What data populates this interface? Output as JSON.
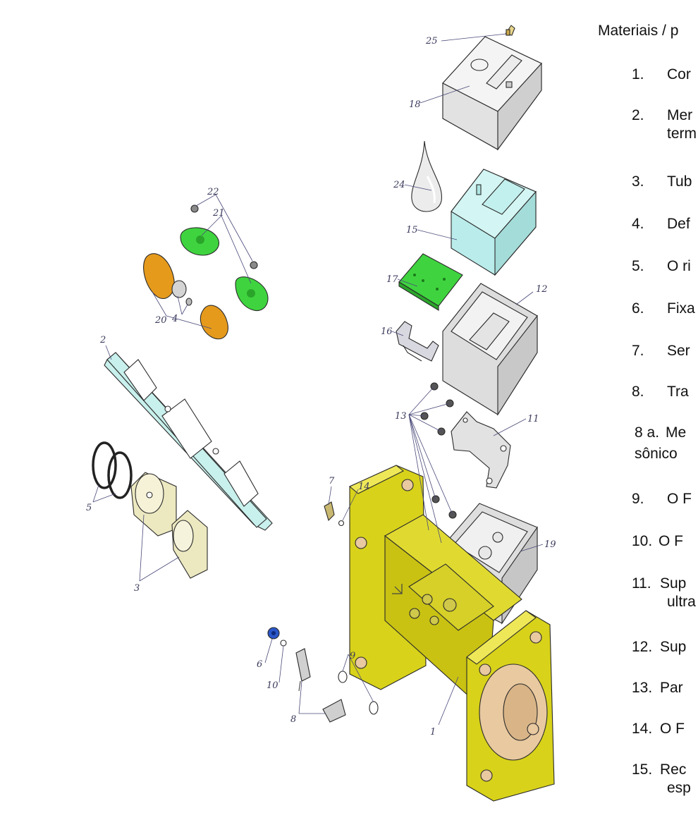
{
  "callouts": {
    "c1": "1",
    "c2": "2",
    "c3": "3",
    "c4": "4",
    "c5": "5",
    "c6": "6",
    "c7": "7",
    "c8": "8",
    "c9": "9",
    "c10": "10",
    "c11": "11",
    "c12": "12",
    "c13": "13",
    "c14": "14",
    "c15": "15",
    "c16": "16",
    "c17": "17",
    "c18": "18",
    "c19": "19",
    "c20": "20",
    "c21": "21",
    "c22": "22",
    "c24": "24",
    "c25": "25"
  },
  "parts_list": {
    "title": "Materiais / p",
    "items": [
      {
        "num": "1.",
        "text": "Cor"
      },
      {
        "num": "2.",
        "text": "Mer",
        "text2": "term"
      },
      {
        "num": "3.",
        "text": "Tub"
      },
      {
        "num": "4.",
        "text": "Def"
      },
      {
        "num": "5.",
        "text": "O ri"
      },
      {
        "num": "6.",
        "text": "Fixa"
      },
      {
        "num": "7.",
        "text": "Ser"
      },
      {
        "num": "8.",
        "text": "Tra"
      },
      {
        "num": "8 a.",
        "text": "Me",
        "text2": "sônico"
      },
      {
        "num": "9.",
        "text": "O F"
      },
      {
        "num": "10.",
        "text": "O F"
      },
      {
        "num": "11.",
        "text": "Sup",
        "text2": "ultra"
      },
      {
        "num": "12.",
        "text": "Sup"
      },
      {
        "num": "13.",
        "text": "Par"
      },
      {
        "num": "14.",
        "text": "O F"
      },
      {
        "num": "15.",
        "text": "Rec",
        "text2": "esp"
      }
    ]
  },
  "colors": {
    "body_yellow": "#d8d21a",
    "flange_face": "#e9c9a0",
    "green_part": "#3fd43f",
    "orange_part": "#e59a1c",
    "cyan_part": "#b9ecea",
    "gasket": "#c8f0ec",
    "grey_part": "#dcdcdc",
    "cream_part": "#ece8c0",
    "blue_part": "#2a56c8"
  }
}
